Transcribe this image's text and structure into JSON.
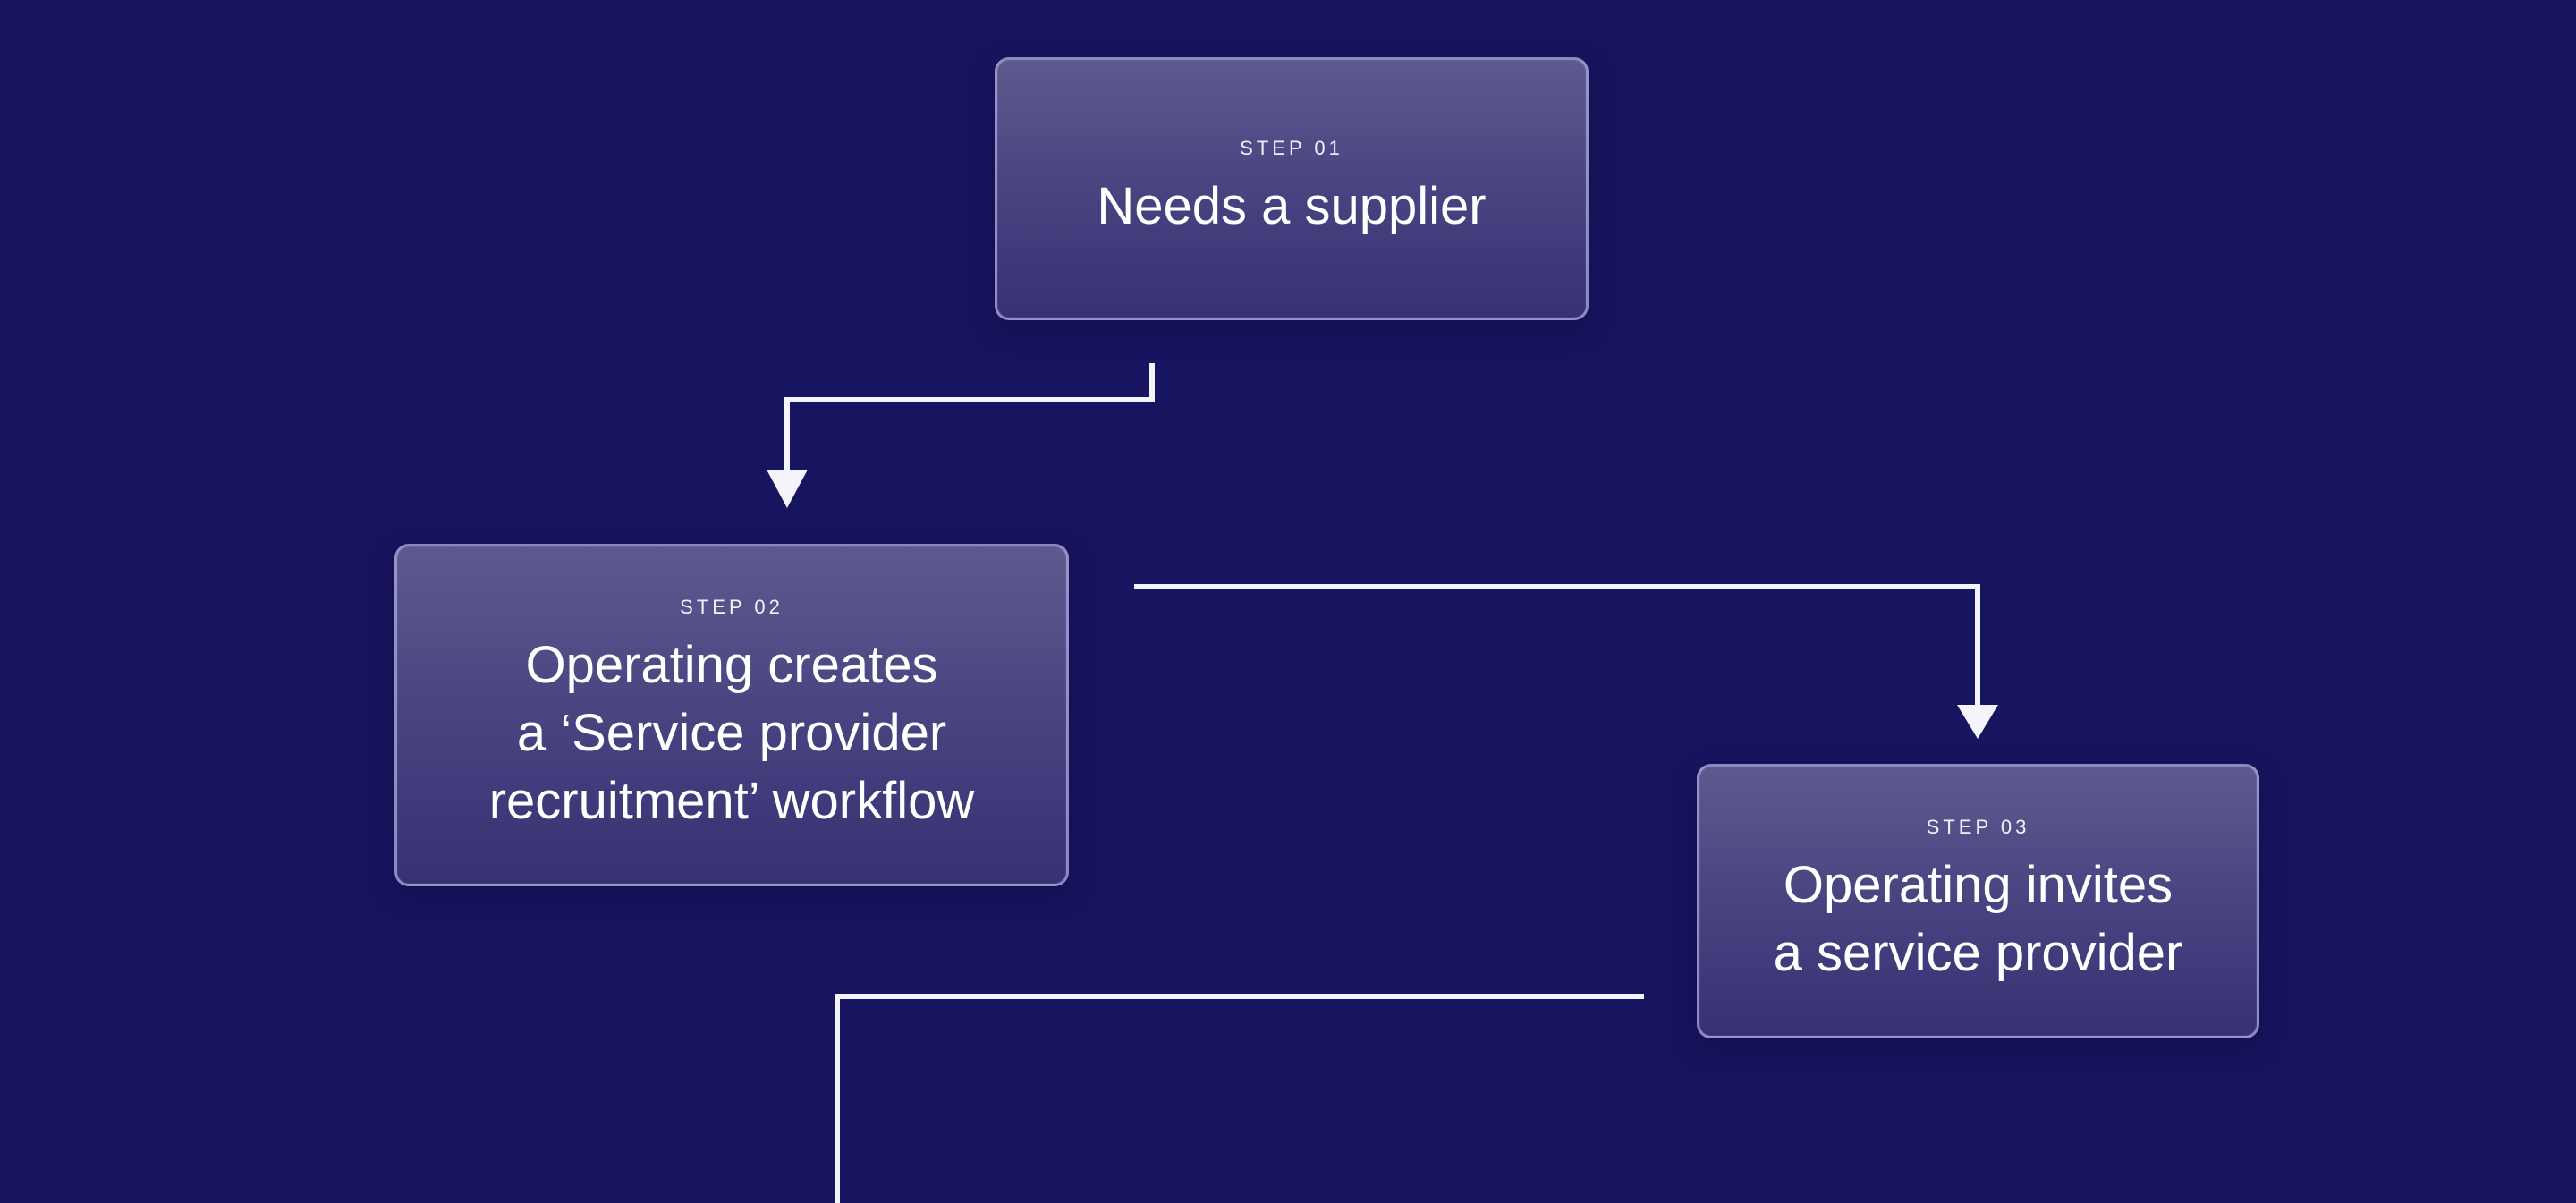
{
  "diagram": {
    "background_color": "#181560",
    "connector_color": "#f4f4fa",
    "steps": [
      {
        "label": "STEP 01",
        "title": "Needs a supplier"
      },
      {
        "label": "STEP 02",
        "title": "Operating creates\na ‘Service provider\nrecruitment’ workflow"
      },
      {
        "label": "STEP 03",
        "title": "Operating invites\na service provider"
      }
    ]
  }
}
